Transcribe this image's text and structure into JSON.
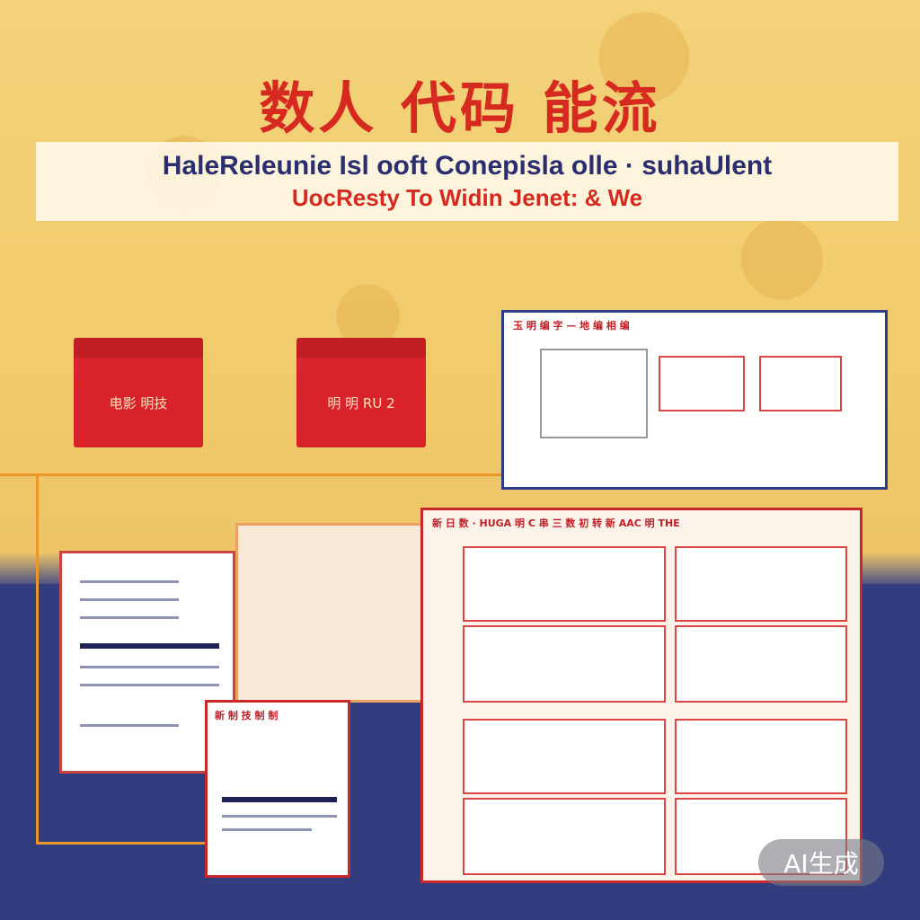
{
  "title_cn": "数人 代码 能流",
  "subtitle": "HaleReleunie Isl ooft Conepisla olle · suhaUlent",
  "subtitle2": "UocResty To Widin Jenet: & We",
  "envelopes": [
    {
      "label": "电影 明技"
    },
    {
      "label": "明 明 RU 2"
    }
  ],
  "top_panel_header": "玉 明 编 字 — 地 编 相 编",
  "bottom_panel_header": "新 日 数 · HUGA 明 C 串 三 数 初 转 新 AAC 明 THE",
  "small_doc_header": "新 制 技 制 制",
  "watermark": "AI生成",
  "colors": {
    "red": "#d62a20",
    "navy": "#323d80",
    "gold": "#f1cb6c"
  }
}
